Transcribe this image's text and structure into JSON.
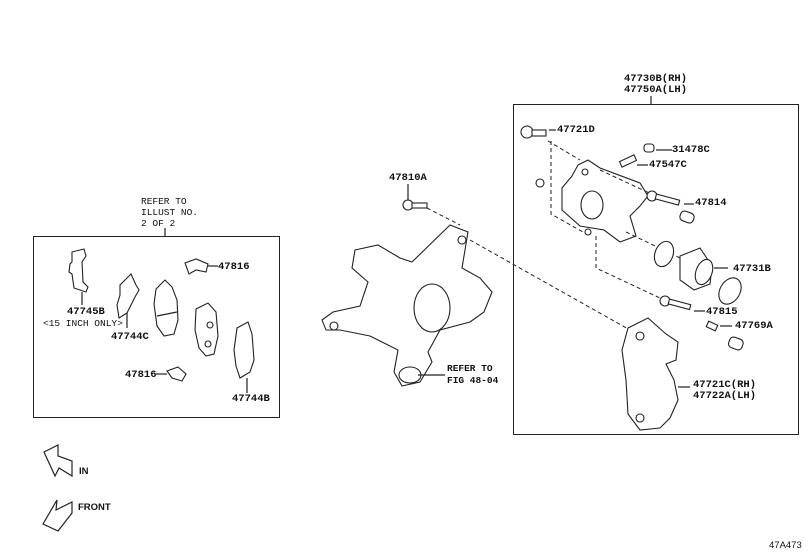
{
  "diagram": {
    "illustration_id": "47A473",
    "pad_group": {
      "refer_note": [
        "REFER TO",
        "ILLUST NO.",
        "2 OF 2"
      ],
      "labels": {
        "p47745B": "47745B",
        "p47745B_note": "<15 INCH ONLY>",
        "p47744C": "47744C",
        "p47816_top": "47816",
        "p47816_bottom": "47816",
        "p47744B": "47744B"
      }
    },
    "knuckle": {
      "bolt_label": "47810A",
      "refer_note": [
        "REFER TO",
        "FIG 48-04"
      ]
    },
    "caliper_group": {
      "header": [
        "47730B(RH)",
        "47750A(LH)"
      ],
      "labels": {
        "p47721D": "47721D",
        "p31478C": "31478C",
        "p47547C": "47547C",
        "p47814": "47814",
        "p47731B": "47731B",
        "p47815": "47815",
        "p47769A": "47769A",
        "p47721C": "47721C(RH)",
        "p47722A": "47722A(LH)"
      }
    },
    "orientation": {
      "in_label": "IN",
      "front_label": "FRONT"
    }
  }
}
